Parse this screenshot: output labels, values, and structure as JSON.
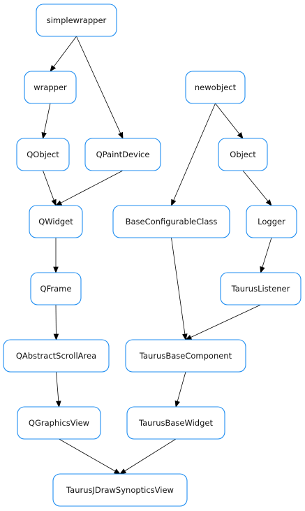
{
  "nodes": [
    {
      "id": "simplewrapper",
      "label": "simplewrapper"
    },
    {
      "id": "wrapper",
      "label": "wrapper"
    },
    {
      "id": "QObject",
      "label": "QObject"
    },
    {
      "id": "QPaintDevice",
      "label": "QPaintDevice"
    },
    {
      "id": "QWidget",
      "label": "QWidget"
    },
    {
      "id": "QFrame",
      "label": "QFrame"
    },
    {
      "id": "QAbstractScrollArea",
      "label": "QAbstractScrollArea"
    },
    {
      "id": "QGraphicsView",
      "label": "QGraphicsView"
    },
    {
      "id": "newobject",
      "label": "newobject"
    },
    {
      "id": "Object",
      "label": "Object"
    },
    {
      "id": "BaseConfigurableClass",
      "label": "BaseConfigurableClass"
    },
    {
      "id": "Logger",
      "label": "Logger"
    },
    {
      "id": "TaurusListener",
      "label": "TaurusListener"
    },
    {
      "id": "TaurusBaseComponent",
      "label": "TaurusBaseComponent"
    },
    {
      "id": "TaurusBaseWidget",
      "label": "TaurusBaseWidget"
    },
    {
      "id": "TaurusJDrawSynopticsView",
      "label": "TaurusJDrawSynopticsView"
    }
  ],
  "edges": [
    {
      "from": "simplewrapper",
      "to": "wrapper"
    },
    {
      "from": "simplewrapper",
      "to": "QPaintDevice"
    },
    {
      "from": "wrapper",
      "to": "QObject"
    },
    {
      "from": "QObject",
      "to": "QWidget"
    },
    {
      "from": "QPaintDevice",
      "to": "QWidget"
    },
    {
      "from": "QWidget",
      "to": "QFrame"
    },
    {
      "from": "QFrame",
      "to": "QAbstractScrollArea"
    },
    {
      "from": "QAbstractScrollArea",
      "to": "QGraphicsView"
    },
    {
      "from": "QGraphicsView",
      "to": "TaurusJDrawSynopticsView"
    },
    {
      "from": "newobject",
      "to": "Object"
    },
    {
      "from": "newobject",
      "to": "BaseConfigurableClass"
    },
    {
      "from": "Object",
      "to": "Logger"
    },
    {
      "from": "Logger",
      "to": "TaurusListener"
    },
    {
      "from": "BaseConfigurableClass",
      "to": "TaurusBaseComponent"
    },
    {
      "from": "TaurusListener",
      "to": "TaurusBaseComponent"
    },
    {
      "from": "TaurusBaseComponent",
      "to": "TaurusBaseWidget"
    },
    {
      "from": "TaurusBaseWidget",
      "to": "TaurusJDrawSynopticsView"
    }
  ],
  "colors": {
    "node_border": "#1f8ef1",
    "edge": "#000000",
    "background": "#ffffff"
  }
}
